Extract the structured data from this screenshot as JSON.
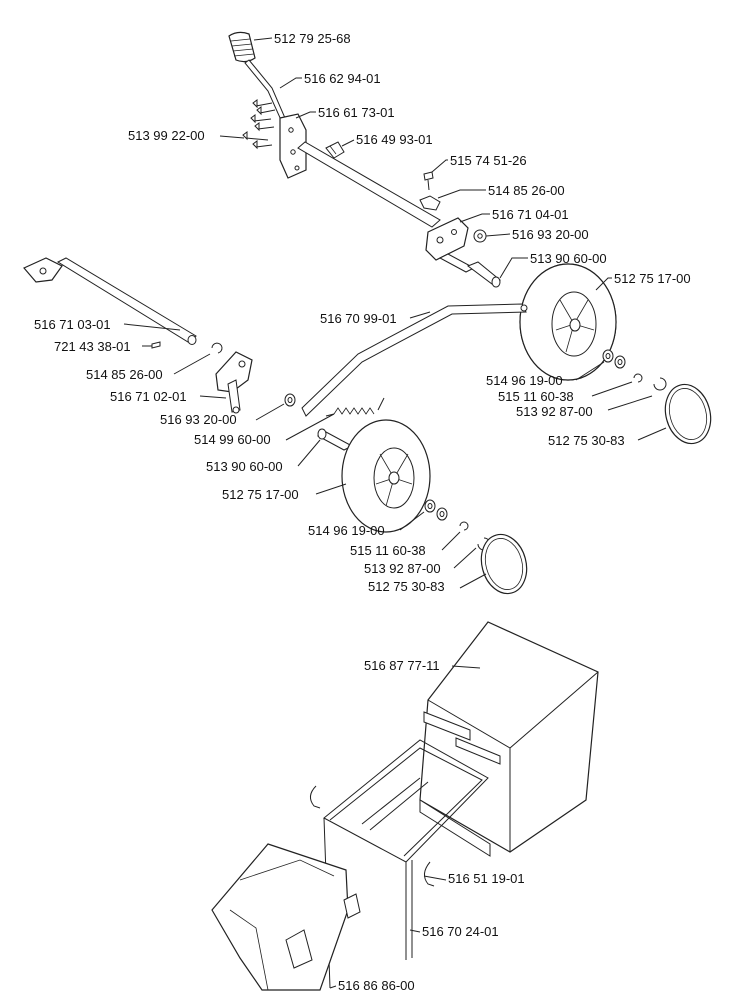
{
  "diagram": {
    "part_labels": [
      "512 79 25-68",
      "516 62 94-01",
      "516 61 73-01",
      "513 99 22-00",
      "516 49 93-01",
      "515 74 51-26",
      "514 85 26-00",
      "516 71 04-01",
      "516 93 20-00",
      "513 90 60-00",
      "512 75 17-00",
      "516 71 03-01",
      "516 70 99-01",
      "721 43 38-01",
      "514 85 26-00",
      "514 96 19-00",
      "516 71 02-01",
      "515 11 60-38",
      "513 92 87-00",
      "516 93 20-00",
      "512 75 30-83",
      "514 99 60-00",
      "513 90 60-00",
      "512 75 17-00",
      "514 96 19-00",
      "515 11 60-38",
      "513 92 87-00",
      "512 75 30-83",
      "516 87 77-11",
      "516 51 19-01",
      "516 70 24-01",
      "516 86 86-00"
    ]
  }
}
